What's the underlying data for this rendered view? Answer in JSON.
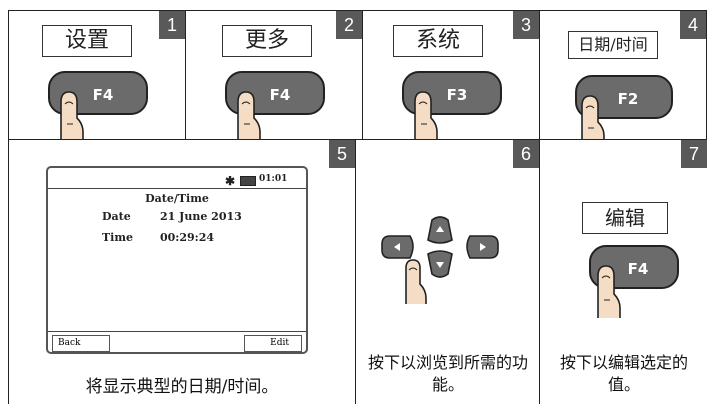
{
  "steps": [
    {
      "number": "1",
      "button_label": "设置",
      "key_label": "F4"
    },
    {
      "number": "2",
      "button_label": "更多",
      "key_label": "F4"
    },
    {
      "number": "3",
      "button_label": "系统",
      "key_label": "F3"
    },
    {
      "number": "4",
      "button_label": "日期/时间",
      "key_label": "F2"
    },
    {
      "number": "5",
      "caption": "将显示典型的日期/时间。"
    },
    {
      "number": "6",
      "caption": "按下以浏览到所需的功能。"
    },
    {
      "number": "7",
      "button_label": "编辑",
      "key_label": "F4",
      "caption": "按下以编辑选定的值。"
    }
  ],
  "device_screen": {
    "status_time": "01:01",
    "title": "Date/Time",
    "rows": [
      {
        "label": "Date",
        "value": "21 June 2013"
      },
      {
        "label": "Time",
        "value": "00:29:24"
      }
    ],
    "softkey_left": "Back",
    "softkey_right": "Edit"
  },
  "icons": {
    "status_asterisk": "bluetooth-asterisk-icon",
    "battery": "battery-icon",
    "finger": "finger-press-icon",
    "arrows": [
      "left-arrow-icon",
      "up-arrow-icon",
      "down-arrow-icon",
      "right-arrow-icon"
    ]
  },
  "colors": {
    "key_fill": "#6b6b6b",
    "badge_fill": "#595959",
    "finger_fill": "#f4ddc4"
  }
}
